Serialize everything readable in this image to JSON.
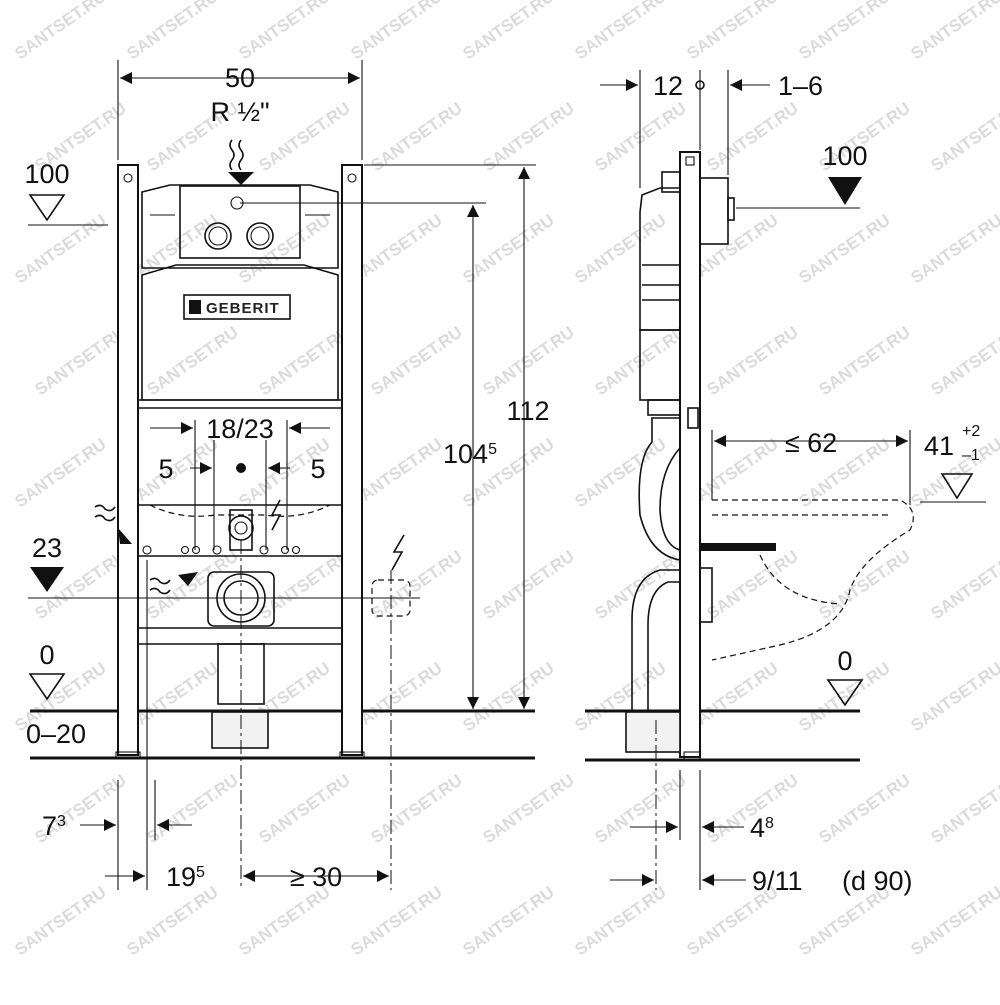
{
  "watermark": {
    "text": "SANTSET.RU"
  },
  "front_view": {
    "brand_label": "GEBERIT",
    "dimensions": {
      "width_total": "50",
      "supply_thread": "R ½\"",
      "ref_level_100": "100",
      "height_total": "112",
      "height_supply_main": "104",
      "height_supply_sup": "5",
      "bolt_spacing": "18/23",
      "offset_left": "5",
      "offset_right": "5",
      "drain_level": "23",
      "floor_level": "0",
      "floor_adjust": "0–20",
      "leg_inset_main": "7",
      "leg_inset_sup": "3",
      "drain_offset_main": "19",
      "drain_offset_sup": "5",
      "socket_distance": "≥ 30"
    }
  },
  "side_view": {
    "dimensions": {
      "top_left": "12",
      "top_right": "1–6",
      "ref_level_100": "100",
      "projection": "≤ 62",
      "seat_height": "41",
      "seat_tol_plus": "+2",
      "seat_tol_minus": "–1",
      "floor_level": "0",
      "frame_depth_main": "4",
      "frame_depth_sup": "8",
      "pipe_depth": "9/11",
      "pipe_diameter": "(d 90)"
    }
  }
}
